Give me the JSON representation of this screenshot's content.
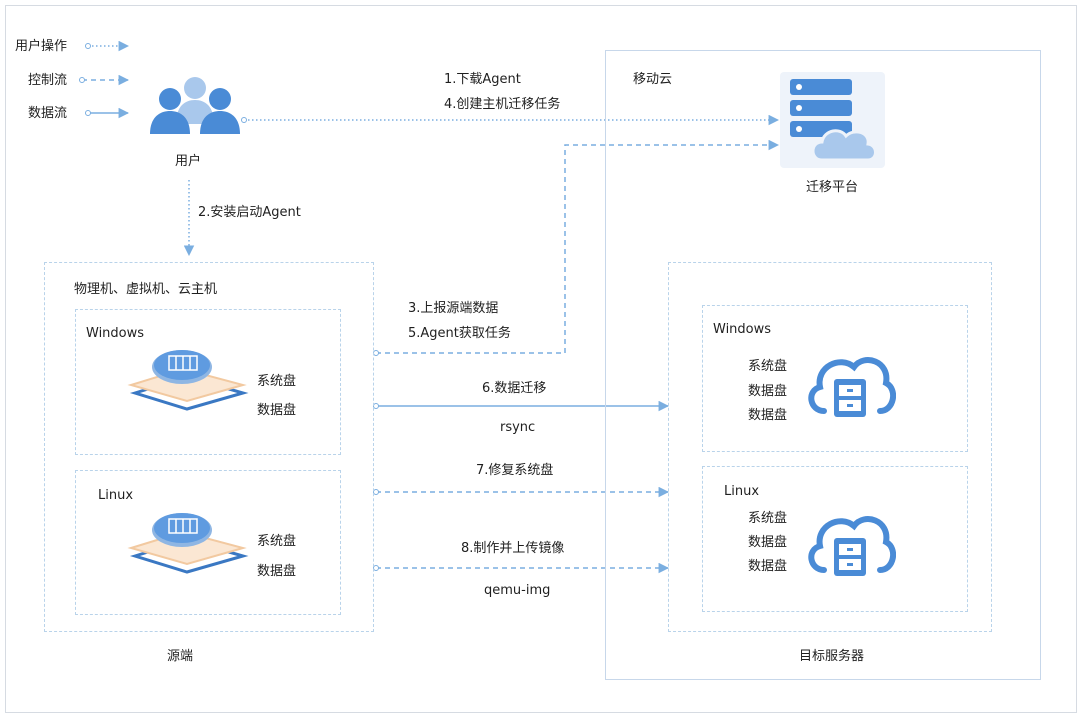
{
  "legend": [
    {
      "label": "用户操作",
      "style": "dotted"
    },
    {
      "label": "控制流",
      "style": "dashed"
    },
    {
      "label": "数据流",
      "style": "solid"
    }
  ],
  "user": {
    "label": "用户",
    "icon": "users-icon"
  },
  "cloud": {
    "title": "移动云",
    "platform_label": "迁移平台",
    "icon": "server-cloud-icon"
  },
  "steps": {
    "s1": "1.下载Agent",
    "s4": "4.创建主机迁移任务",
    "s2": "2.安装启动Agent",
    "s3": "3.上报源端数据",
    "s5": "5.Agent获取任务",
    "s6": "6.数据迁移",
    "rsync": "rsync",
    "s7": "7.修复系统盘",
    "s8": "8.制作并上传镜像",
    "qemu": "qemu-img"
  },
  "source": {
    "title": "物理机、虚拟机、云主机",
    "footer": "源端",
    "machines": [
      {
        "os": "Windows",
        "disks": [
          "系统盘",
          "数据盘"
        ]
      },
      {
        "os": "Linux",
        "disks": [
          "系统盘",
          "数据盘"
        ]
      }
    ]
  },
  "target": {
    "footer": "目标服务器",
    "machines": [
      {
        "os": "Windows",
        "disks": [
          "系统盘",
          "数据盘",
          "数据盘"
        ]
      },
      {
        "os": "Linux",
        "disks": [
          "系统盘",
          "数据盘",
          "数据盘"
        ]
      }
    ]
  },
  "colors": {
    "line": "#7aaee0",
    "icon": "#4a8bd6",
    "box_border": "#b9d3ea",
    "disk_orange": "#f2c9a0"
  }
}
